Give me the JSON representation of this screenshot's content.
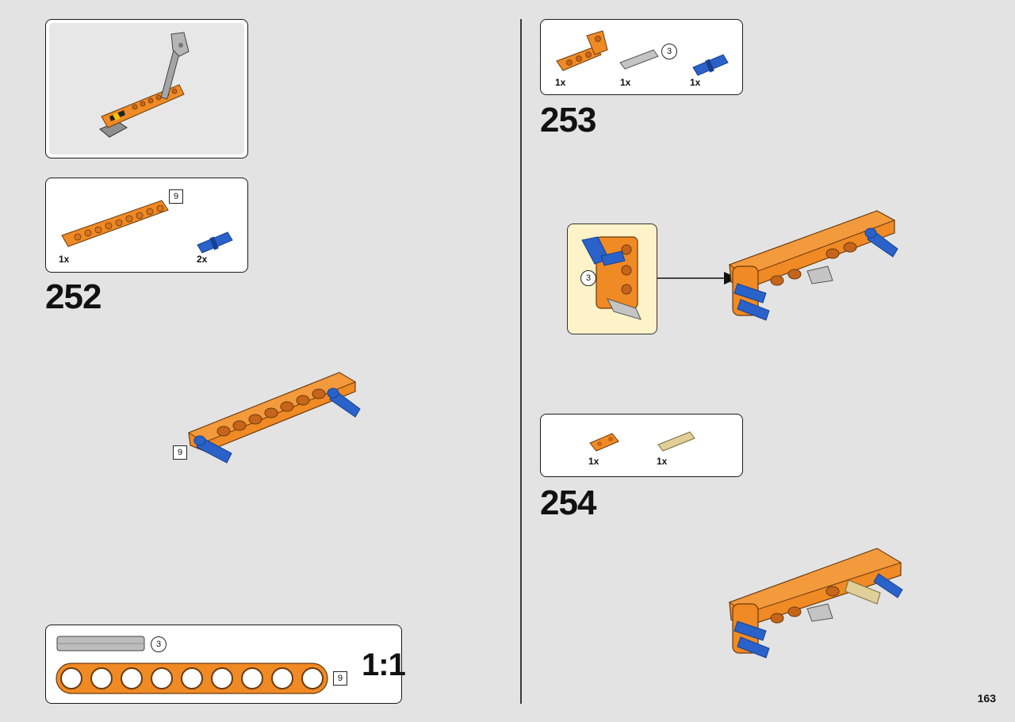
{
  "page_number": "163",
  "colors": {
    "orange": "#f08a24",
    "orange_dark": "#c6651a",
    "blue": "#2a62c9",
    "blue_dark": "#17408f",
    "gray": "#9a9a9a",
    "tan": "#e0cf98",
    "callout_bg": "#fdf2c8"
  },
  "left": {
    "step_252": {
      "number": "252",
      "parts": [
        {
          "qty": "1x",
          "icon": "orange-beam-9-icon",
          "length_label": "9"
        },
        {
          "qty": "2x",
          "icon": "blue-pin-icon"
        }
      ],
      "assembly_length_label": "9"
    },
    "scale_box": {
      "axle_length_label": "3",
      "beam_length_label": "9",
      "scale_label": "1:1"
    }
  },
  "right": {
    "step_253": {
      "number": "253",
      "parts": [
        {
          "qty": "1x",
          "icon": "orange-angled-beam-icon"
        },
        {
          "qty": "1x",
          "icon": "gray-axle-3-icon",
          "length_label": "3"
        },
        {
          "qty": "1x",
          "icon": "blue-pin-icon"
        }
      ],
      "callout_label": "3"
    },
    "step_254": {
      "number": "254",
      "parts": [
        {
          "qty": "1x",
          "icon": "orange-beam-2-icon"
        },
        {
          "qty": "1x",
          "icon": "tan-axle-pin-icon"
        }
      ]
    }
  }
}
